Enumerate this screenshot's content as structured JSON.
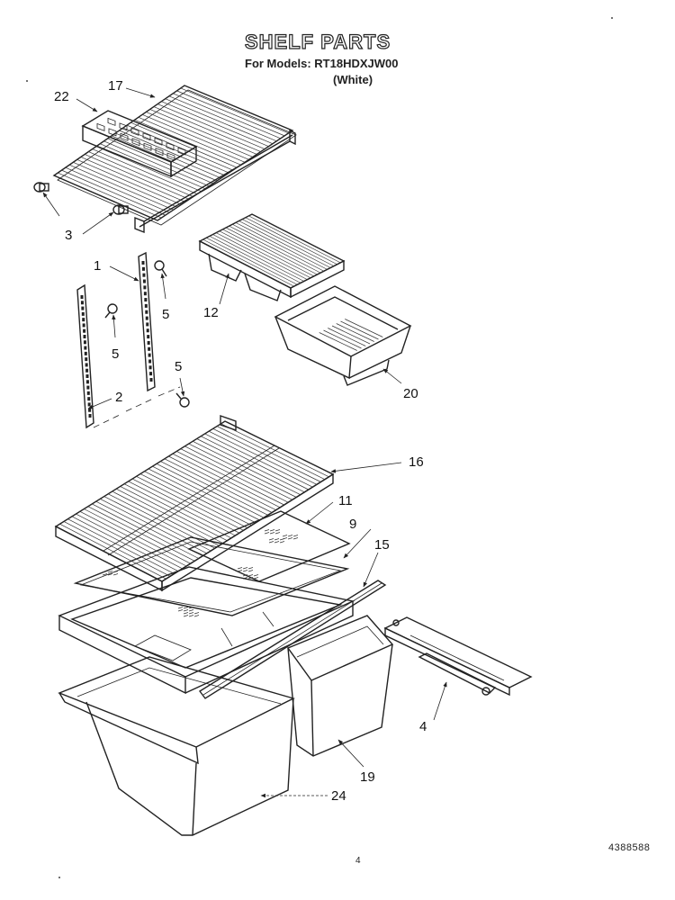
{
  "header": {
    "title": "SHELF PARTS",
    "models_line": "For Models: RT18HDXJW00",
    "variant": "(White)"
  },
  "callouts": [
    {
      "id": "22",
      "label": "22"
    },
    {
      "id": "17",
      "label": "17"
    },
    {
      "id": "3",
      "label": "3"
    },
    {
      "id": "1",
      "label": "1"
    },
    {
      "id": "5a",
      "label": "5"
    },
    {
      "id": "5b",
      "label": "5"
    },
    {
      "id": "5c",
      "label": "5"
    },
    {
      "id": "2",
      "label": "2"
    },
    {
      "id": "12",
      "label": "12"
    },
    {
      "id": "20",
      "label": "20"
    },
    {
      "id": "16",
      "label": "16"
    },
    {
      "id": "11",
      "label": "11"
    },
    {
      "id": "9",
      "label": "9"
    },
    {
      "id": "15",
      "label": "15"
    },
    {
      "id": "4",
      "label": "4"
    },
    {
      "id": "19",
      "label": "19"
    },
    {
      "id": "24",
      "label": "24"
    }
  ],
  "footer": {
    "catalog_number": "4388588",
    "page_number": "4"
  }
}
